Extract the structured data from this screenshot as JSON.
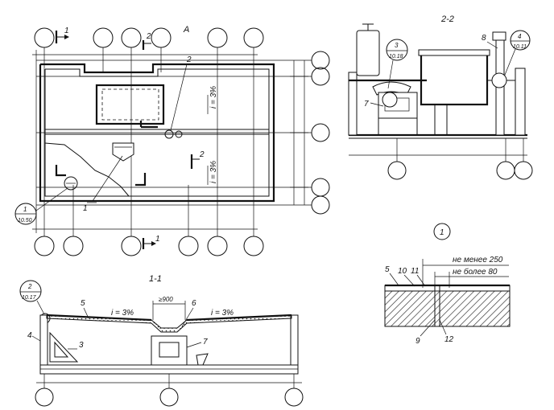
{
  "plan": {
    "title": "A",
    "section_mark_1": "1",
    "section_mark_2": "2",
    "slope_1": "i = 3%",
    "slope_2": "i = 3%",
    "callout_1": "1",
    "callout_2": "2",
    "detail_ref_num": "1",
    "detail_ref_sheet": "10.50"
  },
  "section22": {
    "title": "2-2",
    "ref3_num": "3",
    "ref3_sheet": "10.18",
    "ref4_num": "4",
    "ref4_sheet": "10.11",
    "label_7": "7",
    "label_8": "8"
  },
  "section11": {
    "title": "1-1",
    "ref2_num": "2",
    "ref2_sheet": "10.17",
    "dimension": "≥900",
    "slope_left": "i = 3%",
    "slope_right": "i = 3%",
    "label_3": "3",
    "label_4": "4",
    "label_5": "5",
    "label_6": "6",
    "label_7": "7"
  },
  "detail1": {
    "title": "1",
    "dim_min": "не менее 250",
    "dim_max": "не более 80",
    "label_5": "5",
    "label_9": "9",
    "label_10": "10",
    "label_11": "11",
    "label_12": "12"
  }
}
